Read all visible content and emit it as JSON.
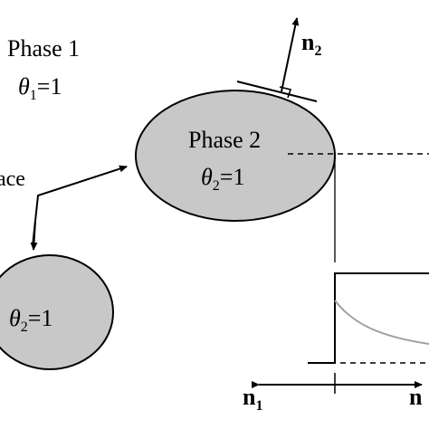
{
  "phase1": {
    "name": "Phase 1",
    "theta_sym": "θ",
    "theta_sub": "1",
    "theta_val": "=1"
  },
  "phase2": {
    "name": "Phase 2",
    "theta_sym": "θ",
    "theta_sub": "2",
    "theta_val": "=1"
  },
  "phase2_small": {
    "theta_sym": "θ",
    "theta_sub": "2",
    "theta_val": "=1"
  },
  "interface_label": "ace",
  "normals": {
    "n2": {
      "sym": "n",
      "sub": "2"
    },
    "n1": {
      "sym": "n",
      "sub": "1"
    },
    "n_right": {
      "sym": "n"
    }
  },
  "colors": {
    "phase_fill": "#c8c8c8",
    "stroke": "#000000",
    "decay_curve": "#a0a0a0"
  }
}
